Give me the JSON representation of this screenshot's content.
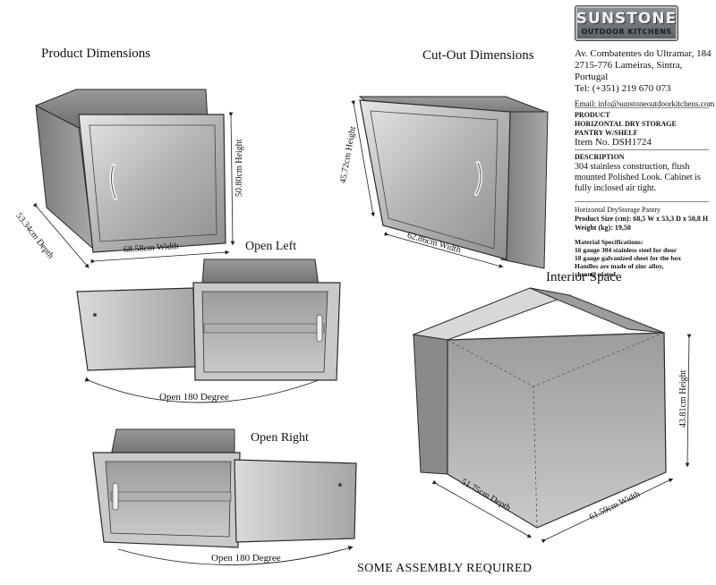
{
  "headings": {
    "product_dimensions": "Product Dimensions",
    "cutout_dimensions": "Cut-Out Dimensions",
    "open_left": "Open Left",
    "open_right": "Open Right",
    "interior_space": "Interior Space"
  },
  "dimensions": {
    "product_depth": "53.34cm Depth",
    "product_width": "68.58cm Width",
    "product_height": "50.80cm Height",
    "cutout_height": "45.72cm Height",
    "cutout_width": "62.86cm Width",
    "interior_depth": "51.75cm Depth",
    "interior_width": "61.59cm Width",
    "interior_height": "43.81cm Height"
  },
  "captions": {
    "open_left_degree": "Open 180 Degree",
    "open_right_degree": "Open 180 Degree",
    "footer": "SOME ASSEMBLY REQUIRED"
  },
  "brand": {
    "name": "SUNSTONE",
    "tagline": "OUTDOOR KITCHENS"
  },
  "contact": {
    "address_line1": "Av. Combatentes do Ultramar, 184",
    "address_line2": "2715-776 Lameiras, Sintra,",
    "address_line3": "Portugal",
    "phone": "Tel: (+351) 219 670 073",
    "email": "Email: info@sunstoneoutdoorkitchens.com"
  },
  "product": {
    "label": "PRODUCT",
    "name_line1": "HORIZONTAL DRY STORAGE",
    "name_line2": "PANTRY W/SHELF",
    "item_no": "Item No. DSH1724",
    "description_label": "DESCRIPTION",
    "description": "304 stainless construction, flush mounted Polished Look. Cabinet is fully inclosed air tight.",
    "spec_title": "Horizontal DryStorage Pantry",
    "product_size": "Product Size (cm): 68,5 W x 53,3 D x 50,8 H",
    "weight": "Weight (kg): 19,50",
    "material_label": "Material Specifications:",
    "material_line1": "16 gauge 304 stainless steel for door",
    "material_line2": "18 gauge galvanized sheet for the box",
    "material_line3": "Handles are made of zinc alloy,",
    "material_line4": "chrome plated."
  },
  "colors": {
    "steel_light": "#d6d6d6",
    "steel_mid": "#a9a9a9",
    "steel_dark": "#6e6e6e",
    "outline": "#2b2b2b"
  }
}
